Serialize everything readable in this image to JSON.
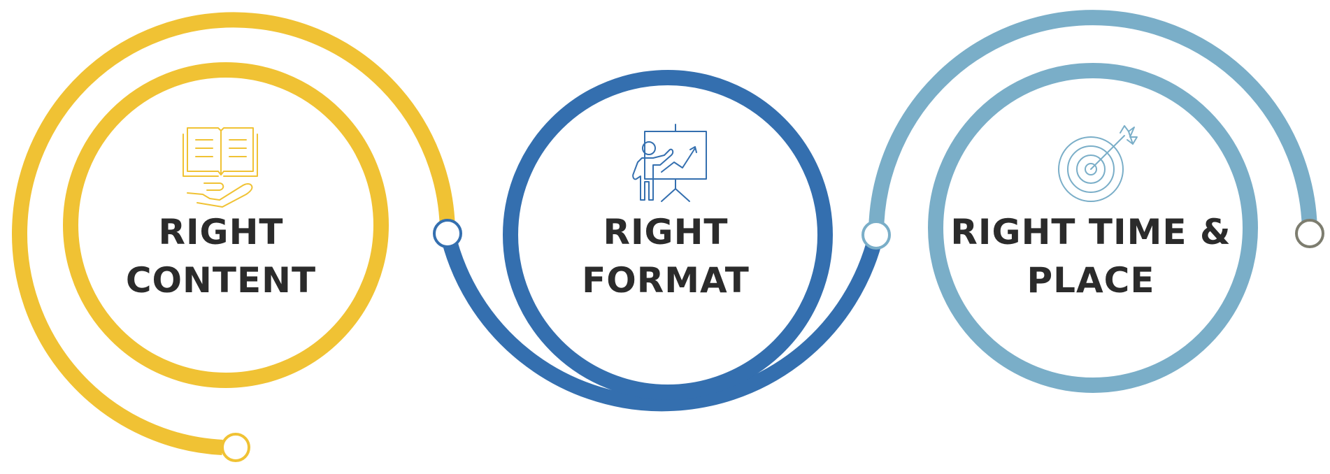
{
  "colors": {
    "content": "#F0C234",
    "format": "#346FAF",
    "time_place": "#7AAEC8",
    "end_dot": "#7D7D6F",
    "text": "#2B2B2B"
  },
  "items": [
    {
      "line1": "RIGHT",
      "line2": "CONTENT",
      "icon": "open-book-hand-icon"
    },
    {
      "line1": "RIGHT",
      "line2": "FORMAT",
      "icon": "presentation-board-icon"
    },
    {
      "line1": "RIGHT TIME &",
      "line2": "PLACE",
      "icon": "target-arrow-icon"
    }
  ]
}
